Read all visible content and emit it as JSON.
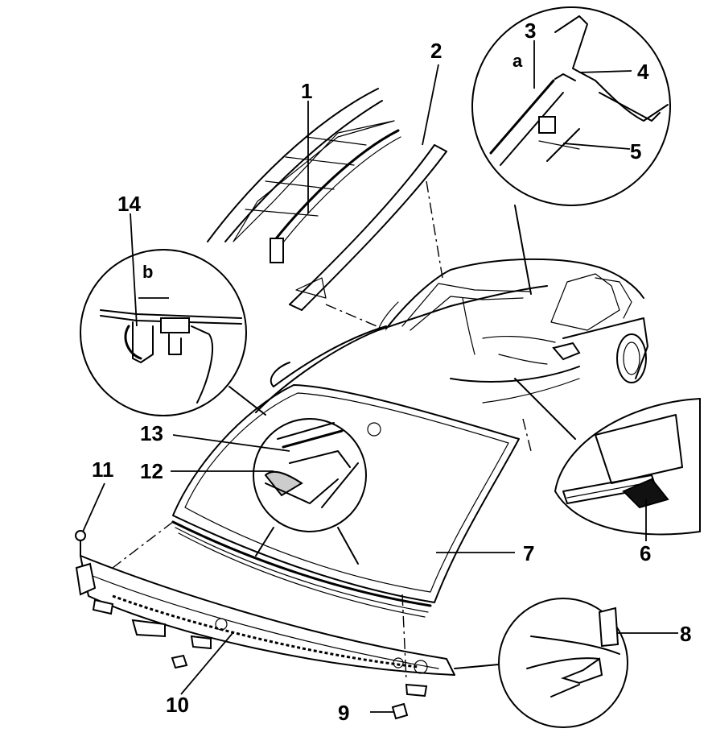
{
  "labels": {
    "l1": "1",
    "l2": "2",
    "l3": "3",
    "l4": "4",
    "l5": "5",
    "l6": "6",
    "l7": "7",
    "l8": "8",
    "l9": "9",
    "l10": "10",
    "l11": "11",
    "l12": "12",
    "l13": "13",
    "l14": "14",
    "la": "a",
    "lb": "b"
  }
}
